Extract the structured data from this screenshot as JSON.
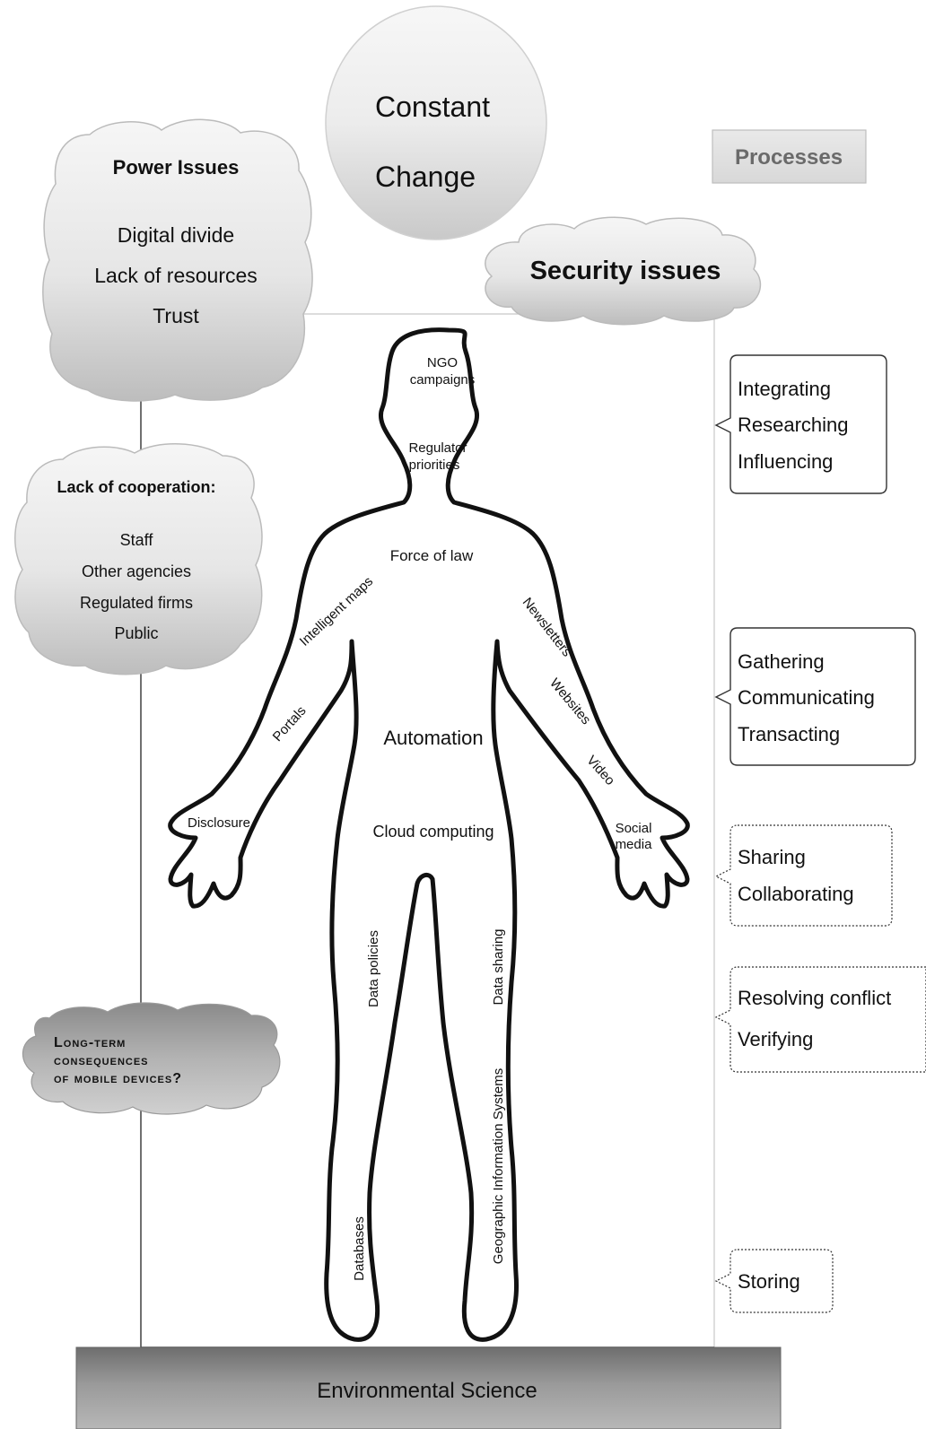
{
  "top_circle": {
    "line1": "Constant",
    "line2": "Change"
  },
  "processes_box": {
    "label": "Processes"
  },
  "security_cloud": {
    "label": "Security issues"
  },
  "power_cloud": {
    "title": "Power Issues",
    "items": [
      "Digital divide",
      "Lack of resources",
      "Trust"
    ]
  },
  "cooperation_cloud": {
    "title": "Lack of cooperation:",
    "items": [
      "Staff",
      "Other agencies",
      "Regulated firms",
      "Public"
    ]
  },
  "mobile_cloud": {
    "lines": [
      "Long-term",
      "consequences",
      "of mobile devices?"
    ]
  },
  "body_labels": {
    "ngo_1": "NGO",
    "ngo_2": "campaigns",
    "regulator_1": "Regulator",
    "regulator_2": "priorities",
    "force_of_law": "Force of law",
    "intelligent_maps": "Intelligent maps",
    "portals": "Portals",
    "disclosure": "Disclosure",
    "newsletters": "Newsletters",
    "websites": "Websites",
    "video": "Video",
    "social_1": "Social",
    "social_2": "media",
    "automation": "Automation",
    "cloud_computing": "Cloud computing",
    "data_policies": "Data policies",
    "data_sharing": "Data sharing",
    "gis": "Geographic Information Systems",
    "databases": "Databases"
  },
  "process_callouts": [
    {
      "items": [
        "Integrating",
        "Researching",
        "Influencing"
      ]
    },
    {
      "items": [
        "Gathering",
        "Communicating",
        "Transacting"
      ]
    },
    {
      "items": [
        "Sharing",
        "Collaborating"
      ]
    },
    {
      "items": [
        "Resolving conflict",
        "Verifying"
      ]
    },
    {
      "items": [
        "Storing"
      ]
    }
  ],
  "base_bar": {
    "label": "Environmental Science"
  }
}
